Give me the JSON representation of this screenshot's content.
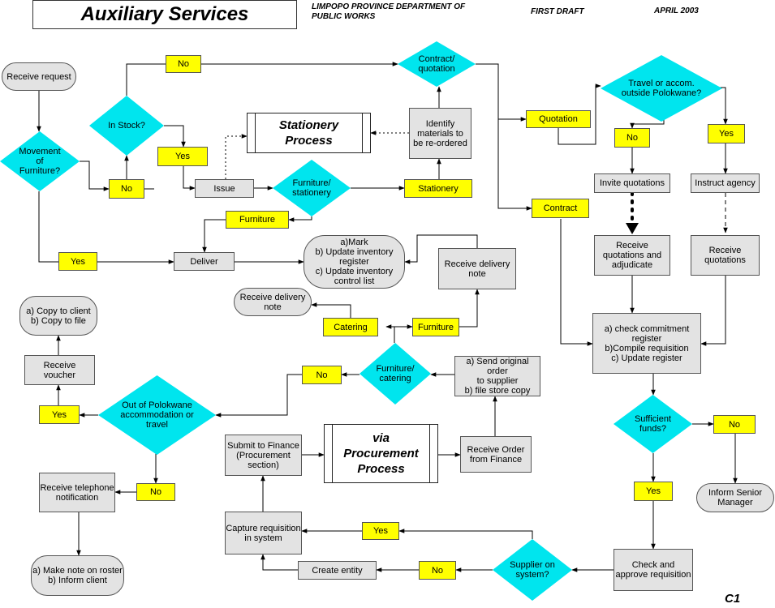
{
  "header": {
    "title": "Auxiliary Services",
    "department": "LIMPOPO PROVINCE DEPARTMENT OF\nPUBLIC WORKS",
    "draft": "FIRST DRAFT",
    "date": "APRIL 2003",
    "page_code": "C1"
  },
  "nodes": {
    "receive_request": "Receive request",
    "movement_of_furniture": "Movement of\nFurniture?",
    "in_stock": "In Stock?",
    "lbl_no_instock": "No",
    "lbl_yes_instock": "Yes",
    "lbl_no_movement": "No",
    "contract_quotation": "Contract/\nquotation",
    "stationery_process": "Stationery\nProcess",
    "identify_materials": "Identify\nmaterials to\nbe re-ordered",
    "issue": "Issue",
    "furniture_stationery": "Furniture/\nstationery",
    "lbl_stationery": "Stationery",
    "lbl_furniture_1": "Furniture",
    "lbl_quotation": "Quotation",
    "travel_accom": "Travel or accom.\noutside Polokwane?",
    "lbl_no_travel": "No",
    "lbl_yes_travel": "Yes",
    "invite_quotations": "Invite quotations",
    "instruct_agency": "Instruct agency",
    "lbl_contract": "Contract",
    "receive_quotations_adjudicate": "Receive\nquotations and\nadjudicate",
    "receive_quotations": "Receive\nquotations",
    "lbl_yes_movement": "Yes",
    "deliver": "Deliver",
    "mark_update": "a)Mark\nb) Update inventory\nregister\nc) Update inventory\ncontrol list",
    "receive_delivery_note_right": "Receive delivery\nnote",
    "receive_delivery_note_left": "Receive delivery\nnote",
    "copy_client_file": "a) Copy to client\nb) Copy to file",
    "lbl_catering": "Catering",
    "lbl_furniture_2": "Furniture",
    "check_commitment": "a) check commitment\nregister\nb)Compile requisition\nc) Update register",
    "receive_voucher": "Receive\nvoucher",
    "furniture_catering": "Furniture/\ncatering",
    "lbl_no_fc": "No",
    "send_original_order": "a) Send original order\nto supplier\nb) file store copy",
    "out_of_polokwane": "Out of Polokwane\naccommodation or\ntravel",
    "lbl_yes_out": "Yes",
    "sufficient_funds": "Sufficient\nfunds?",
    "lbl_no_funds": "No",
    "submit_to_finance": "Submit to Finance\n(Procurement\nsection)",
    "procurement_process": "via\nProcurement\nProcess",
    "receive_order_finance": "Receive Order\nfrom Finance",
    "receive_telephone": "Receive telephone\nnotification",
    "lbl_no_out": "No",
    "lbl_yes_funds": "Yes",
    "inform_senior_manager": "Inform Senior\nManager",
    "capture_requisition": "Capture requisition\nin system",
    "lbl_yes_supplier": "Yes",
    "make_note_roster": "a) Make note on roster\nb) Inform client",
    "create_entity": "Create entity",
    "lbl_no_supplier": "No",
    "supplier_on_system": "Supplier on\nsystem?",
    "check_approve": "Check and\napprove requisition"
  }
}
